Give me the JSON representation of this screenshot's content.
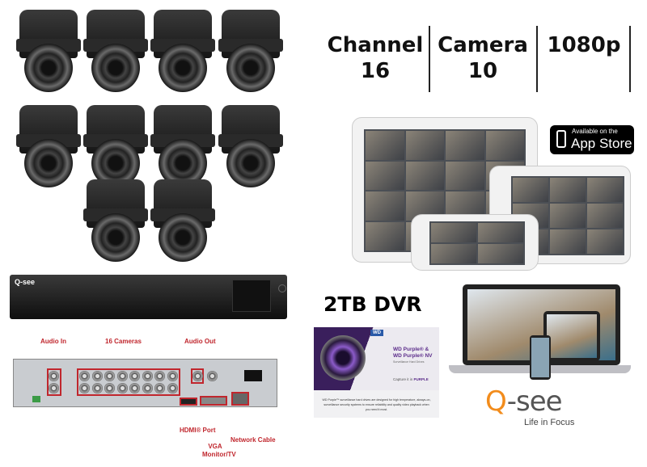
{
  "specs": [
    {
      "label": "Channel",
      "value": "16"
    },
    {
      "label": "Camera",
      "value": "10"
    },
    {
      "label": "1080p",
      "value": ""
    }
  ],
  "app_store": {
    "line1": "Available on the",
    "line2": "App Store"
  },
  "dvr_front": {
    "brand": "Q-see"
  },
  "dvr_title": "2TB DVR",
  "wd": {
    "logo": "WD",
    "heading1": "WD Purple® &",
    "heading2": "WD Purple® NV",
    "sub": "Surveillance Hard Drives",
    "tagline_pre": "Capture it in ",
    "tagline_bold": "PURPLE",
    "body": "WD Purple™ surveillance hard drives are designed for high temperature, always-on, surveillance security systems to ensure reliability and quality video playback when you need it most."
  },
  "back_panel": {
    "audio_in": "Audio In",
    "cameras": "16 Cameras",
    "audio_out": "Audio Out",
    "hdmi": "HDMI® Port",
    "vga": "VGA Monitor/TV",
    "network": "Network Cable"
  },
  "logo": {
    "brand": "Q-see",
    "tagline": "Life in Focus"
  },
  "colors": {
    "label_red": "#c0262d",
    "wd_purple": "#5b2c8a",
    "qsee_orange": "#f28c1c"
  }
}
